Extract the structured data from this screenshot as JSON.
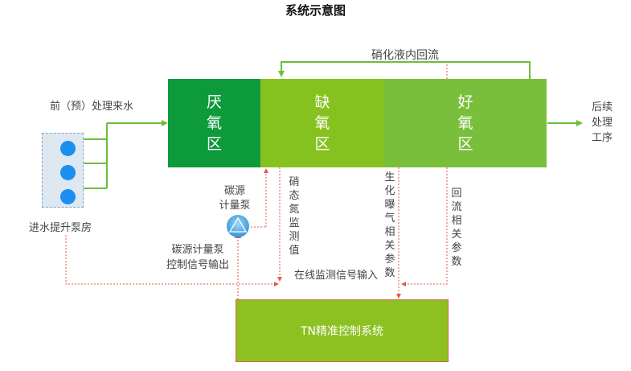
{
  "title": "系统示意图",
  "inflow_label": "前（预）处理来水",
  "internal_reflux_label": "硝化液内回流",
  "zones": {
    "anaerobic": [
      "厌",
      "氧",
      "区"
    ],
    "anoxic": [
      "缺",
      "氧",
      "区"
    ],
    "aerobic": [
      "好",
      "氧",
      "区"
    ]
  },
  "outflow_label": [
    "后续",
    "处理",
    "工序"
  ],
  "pump_house_label": "进水提升泵房",
  "carbon_pump_label": [
    "碳源",
    "计量泵"
  ],
  "carbon_pump_signal_label": [
    "碳源计量泵",
    "控制信号输出"
  ],
  "nitrate_monitor_label": "硝态氮监测值",
  "aeration_param_label": "生化曝气相关参数",
  "reflux_param_label": "回流相关参数",
  "online_signal_label": "在线监测信号输入",
  "control_system_label": "TN精准控制系统",
  "colors": {
    "arrow_green": "#6abf3a",
    "signal_red": "#e35a4a",
    "anaerobic_zone": "#0d9a3b",
    "anoxic_zone": "#86c21f",
    "aerobic_zone": "#7abf3b",
    "pump_blue": "#1b8ff0"
  }
}
